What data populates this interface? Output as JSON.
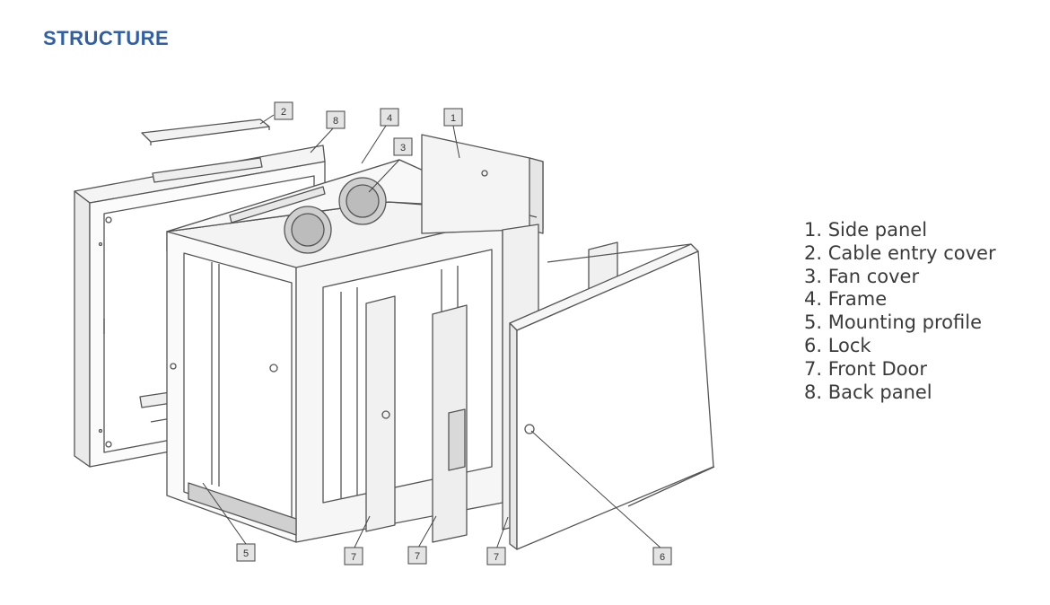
{
  "title": "STRUCTURE",
  "legend": [
    "1. Side panel",
    "2. Cable entry cover",
    "3. Fan cover",
    "4. Frame",
    "5. Mounting profile",
    "6. Lock",
    "7. Front Door",
    "8. Back panel"
  ],
  "callouts": [
    "2",
    "8",
    "4",
    "3",
    "1",
    "5",
    "7",
    "7",
    "7",
    "6"
  ],
  "colors": {
    "title": "#2f5fa8",
    "lines": "#555555",
    "callout_fill": "#e4e4e4"
  }
}
